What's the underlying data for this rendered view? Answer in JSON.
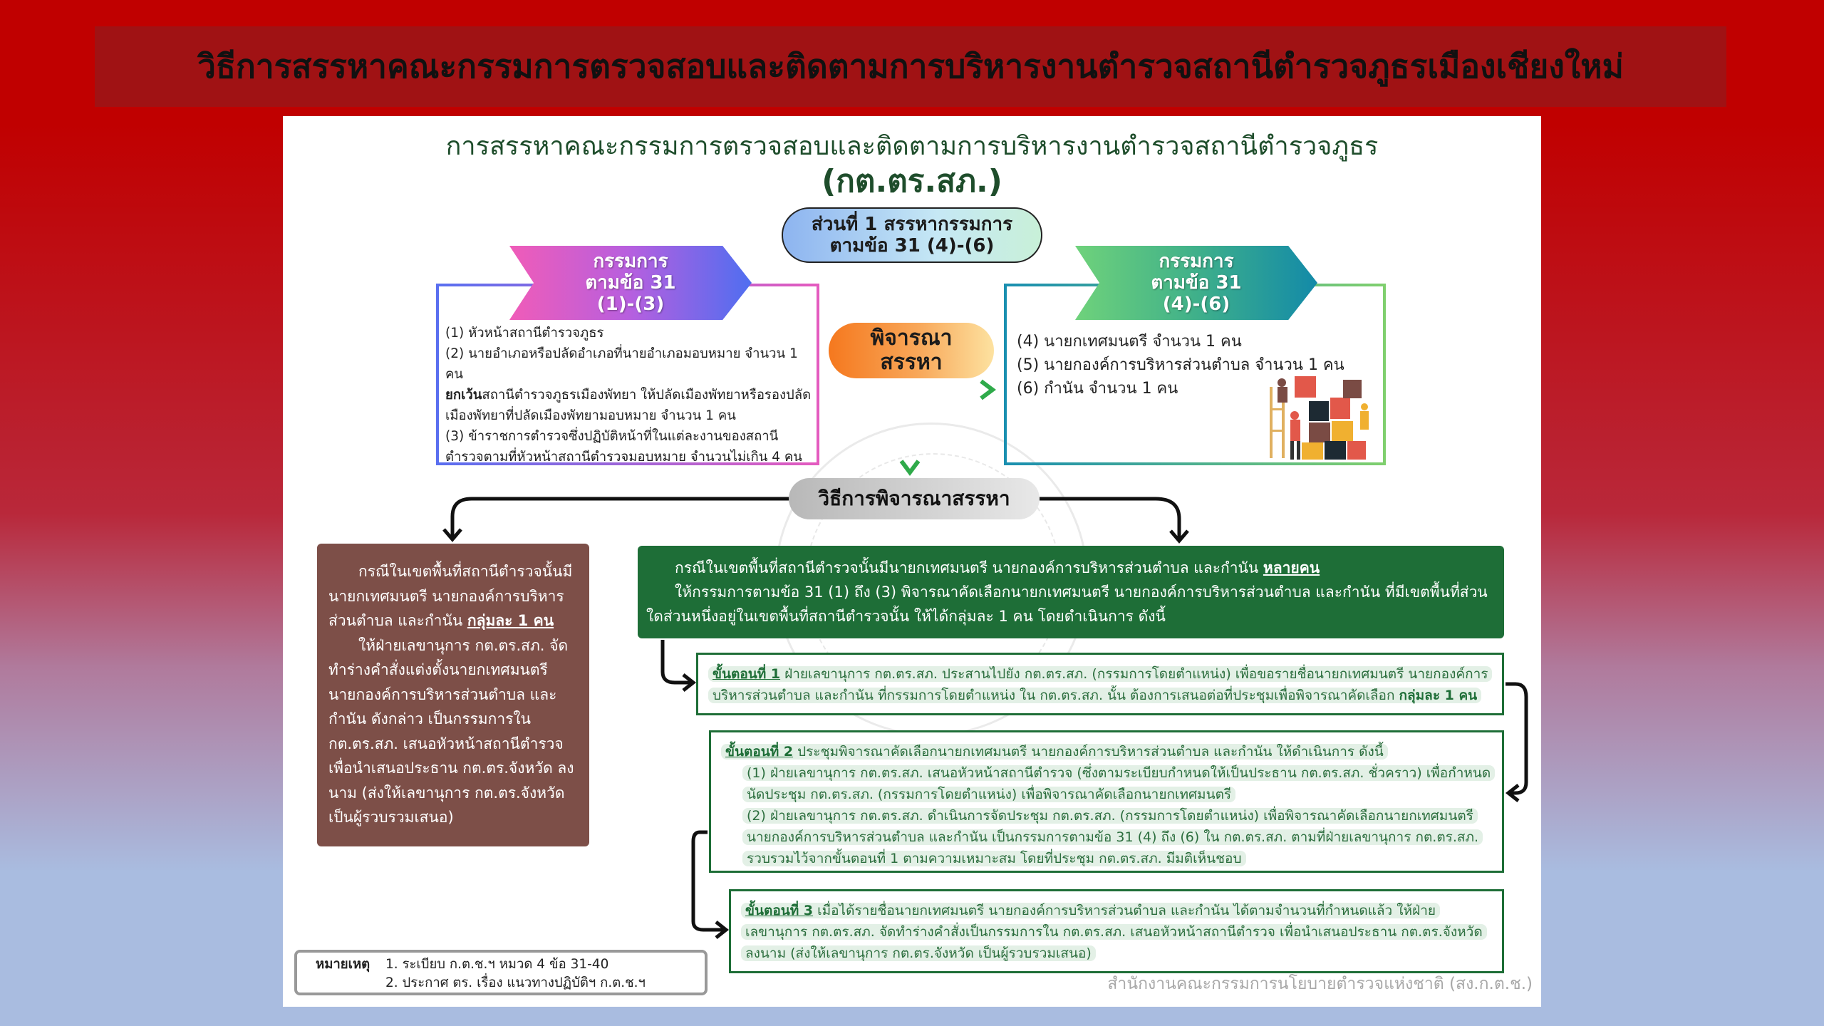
{
  "banner": {
    "title": "วิธีการสรรหาคณะกรรมการตรวจสอบและติดตามการบริหารงานตำรวจสถานีตำรวจภูธรเมืองเชียงใหม่"
  },
  "diagram": {
    "title": "การสรรหาคณะกรรมการตรวจสอบและติดตามการบริหารงานตำรวจสถานีตำรวจภูธร",
    "subtitle": "(กต.ตร.สภ.)",
    "part_pill": {
      "line1": "ส่วนที่ 1 สรรหากรรมการ",
      "line2": "ตามข้อ 31 (4)-(6)"
    },
    "left_group": {
      "chevron": [
        "กรรมการ",
        "ตามข้อ 31",
        "(1)-(3)"
      ],
      "items": {
        "i1": "(1) หัวหน้าสถานีตำรวจภูธร",
        "i2": "(2) นายอำเภอหรือปลัดอำเภอที่นายอำเภอมอบหมาย จำนวน 1 คน",
        "i2_bold": "ยกเว้น",
        "i2_cont": "สถานีตำรวจภูธรเมืองพัทยา ให้ปลัดเมืองพัทยาหรือรองปลัดเมืองพัทยาที่ปลัดเมืองพัทยามอบหมาย จำนวน 1 คน",
        "i3": "(3) ข้าราชการตำรวจซึ่งปฏิบัติหน้าที่ในแต่ละงานของสถานีตำรวจตามที่หัวหน้าสถานีตำรวจมอบหมาย จำนวนไม่เกิน 4 คน"
      }
    },
    "right_group": {
      "chevron": [
        "กรรมการ",
        "ตามข้อ 31",
        "(4)-(6)"
      ],
      "items": [
        "(4) นายกเทศมนตรี จำนวน 1 คน",
        "(5) นายกองค์การบริหารส่วนตำบล จำนวน 1 คน",
        "(6) กำนัน จำนวน 1 คน"
      ],
      "illustration_icon": "puzzle-teamwork-icon"
    },
    "consider_pill": [
      "พิจารณา",
      "สรรหา"
    ],
    "method_pill": "วิธีการพิจารณาสรรหา",
    "single_case": {
      "p1": "กรณีในเขตพื้นที่สถานีตำรวจนั้นมีนายกเทศมนตรี นายกองค์การบริหารส่วนตำบล และกำนัน",
      "p1_emph": "กลุ่มละ 1 คน",
      "p2": "ให้ฝ่ายเลขานุการ กต.ตร.สภ. จัดทำร่างคำสั่งแต่งตั้งนายกเทศมนตรี นายกองค์การบริหารส่วนตำบล และกำนัน ดังกล่าว เป็นกรรมการใน กต.ตร.สภ. เสนอหัวหน้าสถานีตำรวจ เพื่อนำเสนอประธาน กต.ตร.จังหวัด ลงนาม (ส่งให้เลขานุการ กต.ตร.จังหวัด เป็นผู้รวบรวมเสนอ)"
    },
    "multi_case": {
      "p1": "กรณีในเขตพื้นที่สถานีตำรวจนั้นมีนายกเทศมนตรี นายกองค์การบริหารส่วนตำบล และกำนัน",
      "p1_emph": "หลายคน",
      "p2": "ให้กรรมการตามข้อ 31 (1) ถึง (3) พิจารณาคัดเลือกนายกเทศมนตรี นายกองค์การบริหารส่วนตำบล และกำนัน ที่มีเขตพื้นที่ส่วนใดส่วนหนึ่งอยู่ในเขตพื้นที่สถานีตำรวจนั้น ให้ได้กลุ่มละ 1 คน โดยดำเนินการ ดังนี้"
    },
    "steps": {
      "s1": {
        "label": "ขั้นตอนที่ 1",
        "text": " ฝ่ายเลขานุการ กต.ตร.สภ. ประสานไปยัง กต.ตร.สภ. (กรรมการโดยตำแหน่ง) เพื่อขอรายชื่อนายกเทศมนตรี นายกองค์การบริหารส่วนตำบล และกำนัน ที่กรรมการโดยตำแหน่ง ใน กต.ตร.สภ. นั้น ต้องการเสนอต่อที่ประชุมเพื่อพิจารณาคัดเลือก ",
        "emph": "กลุ่มละ 1 คน"
      },
      "s2": {
        "label": "ขั้นตอนที่ 2",
        "text": " ประชุมพิจารณาคัดเลือกนายกเทศมนตรี นายกองค์การบริหารส่วนตำบล และกำนัน ให้ดำเนินการ ดังนี้",
        "sub1": "(1) ฝ่ายเลขานุการ กต.ตร.สภ. เสนอหัวหน้าสถานีตำรวจ (ซึ่งตามระเบียบกำหนดให้เป็นประธาน กต.ตร.สภ. ชั่วคราว) เพื่อกำหนดนัดประชุม กต.ตร.สภ. (กรรมการโดยตำแหน่ง) เพื่อพิจารณาคัดเลือกนายกเทศมนตรี",
        "sub2": "(2) ฝ่ายเลขานุการ กต.ตร.สภ. ดำเนินการจัดประชุม กต.ตร.สภ. (กรรมการโดยตำแหน่ง) เพื่อพิจารณาคัดเลือกนายกเทศมนตรี นายกองค์การบริหารส่วนตำบล และกำนัน เป็นกรรมการตามข้อ 31 (4) ถึง (6) ใน กต.ตร.สภ. ตามที่ฝ่ายเลขานุการ กต.ตร.สภ. รวบรวมไว้จากขั้นตอนที่ 1 ตามความเหมาะสม โดยที่ประชุม กต.ตร.สภ. มีมติเห็นชอบ"
      },
      "s3": {
        "label": "ขั้นตอนที่ 3",
        "text": "  เมื่อได้รายชื่อนายกเทศมนตรี นายกองค์การบริหารส่วนตำบล และกำนัน ได้ตามจำนวนที่กำหนดแล้ว ให้ฝ่ายเลขานุการ กต.ตร.สภ. จัดทำร่างคำสั่งเป็นกรรมการใน กต.ตร.สภ. เสนอหัวหน้าสถานีตำรวจ เพื่อนำเสนอประธาน กต.ตร.จังหวัด ลงนาม (ส่งให้เลขานุการ กต.ตร.จังหวัด เป็นผู้รวบรวมเสนอ)"
      }
    },
    "notes": {
      "label": "หมายเหตุ",
      "n1": "1. ระเบียบ ก.ต.ช.ฯ หมวด 4 ข้อ 31-40",
      "n2": "2. ประกาศ ตร. เรื่อง แนวทางปฏิบัติฯ ก.ต.ช.ฯ"
    },
    "credit": "สำนักงานคณะกรรมการนโยบายตำรวจแห่งชาติ (สง.ก.ต.ช.)"
  },
  "colors": {
    "background_top": "#c00000",
    "background_bottom": "#a9bce0",
    "banner": "#a01214",
    "dark_green": "#1e6e37",
    "brown": "#7d4f48",
    "orange": "#f5781e"
  }
}
